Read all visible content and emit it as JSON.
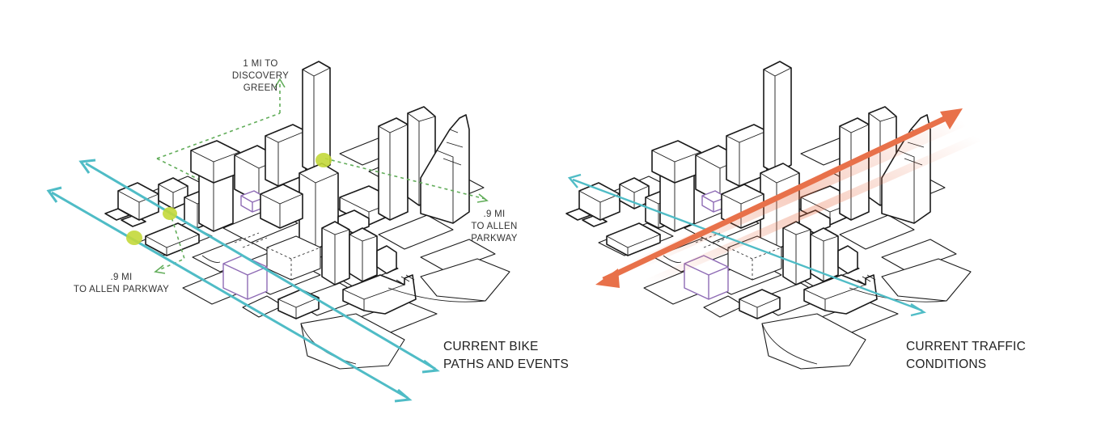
{
  "colors": {
    "bike_path": "#4fbcc6",
    "event_marker": "#c3d83a",
    "green_route": "#62ad5a",
    "traffic": "#e8714a",
    "outline": "#1a1a1a",
    "highlight_building": "#8e6bb5"
  },
  "left_panel": {
    "label_discovery": "1 MI TO\nDISCOVERY\nGREEN",
    "label_allen_right": ".9 MI\nTO ALLEN\nPARKWAY",
    "label_allen_left": ".9 MI\nTO ALLEN PARKWAY",
    "caption": "CURRENT BIKE\nPATHS AND EVENTS"
  },
  "right_panel": {
    "caption": "CURRENT TRAFFIC\nCONDITIONS"
  }
}
